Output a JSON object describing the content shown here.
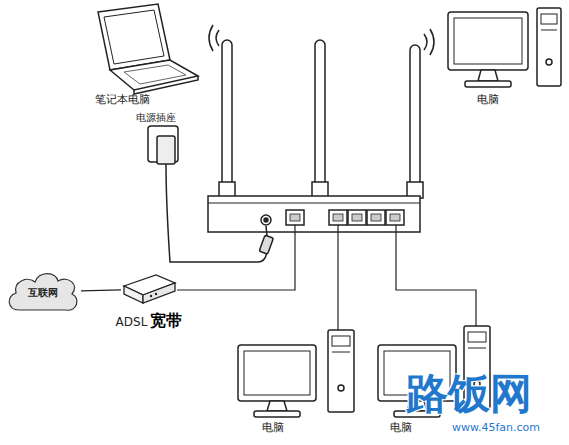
{
  "diagram": {
    "nodes": [
      {
        "text": [
          "笔记本电脑"
        ]
      },
      {
        "text": [
          "电源插座"
        ]
      },
      {
        "text": [
          "电脑"
        ]
      },
      {
        "text": [
          "互联网"
        ]
      },
      {
        "text": [
          "ADSL",
          "宽带"
        ]
      },
      {
        "text": [
          "电脑"
        ]
      },
      {
        "text": [
          "电脑"
        ]
      }
    ],
    "edges": [
      {
        "from": 3,
        "to": 4,
        "arrow": "none"
      }
    ],
    "labels": [
      "路饭网",
      "www.45fan.com"
    ]
  }
}
